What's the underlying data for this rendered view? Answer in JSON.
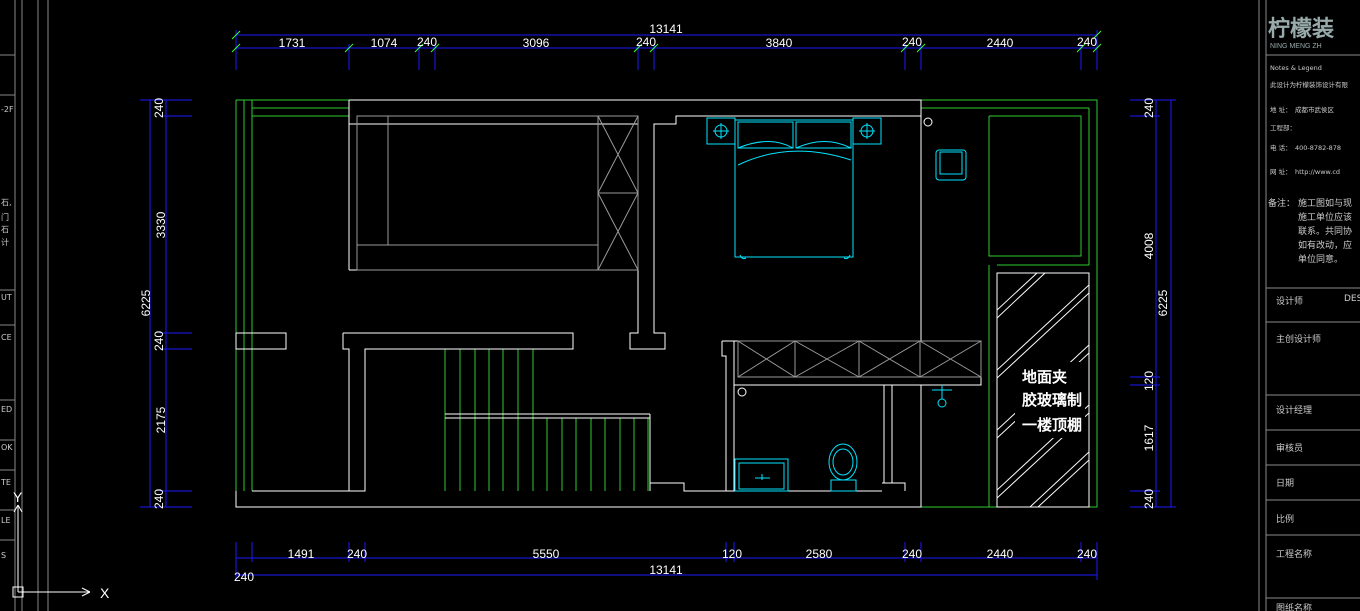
{
  "top_dims": {
    "total": "13141",
    "segments": [
      "1731",
      "1074",
      "240",
      "3096",
      "240",
      "3840",
      "240",
      "2440",
      "240"
    ]
  },
  "bottom_dims": {
    "total": "13141",
    "segments": [
      "1491",
      "240",
      "5550",
      "120",
      "2580",
      "240",
      "2440",
      "240"
    ],
    "start": "240"
  },
  "left_dims": {
    "total": "6225",
    "segments": [
      "240",
      "3330",
      "240",
      "2175",
      "240"
    ]
  },
  "right_dims": {
    "total": "6225",
    "segments": [
      "240",
      "4008",
      "120",
      "1617",
      "240"
    ]
  },
  "annotation": {
    "line1": "地面夹",
    "line2": "胶玻璃制",
    "line3": "一楼顶棚"
  },
  "left_panel": {
    "fragments": [
      "-2F",
      "石,",
      "门",
      "石",
      "计",
      "UT",
      "CE",
      "ED",
      "OK",
      "TE",
      "LE",
      "S"
    ]
  },
  "ucs": {
    "y": "Y",
    "x": "X"
  },
  "title_block": {
    "logo": "柠檬装",
    "logo_sub": "NING MENG ZH",
    "notes_legend": "Notes & Legend",
    "legend_line": "此设计为柠檬装饰设计有限",
    "address_label": "地  址：",
    "address_value": "成都市武侯区",
    "project_label": "工程部：",
    "phone_label": "电  话：",
    "phone_value": "400-8782-878",
    "web_label": "网  址：",
    "web_value": "http://www.cd",
    "remark_label": "备注：",
    "remark_lines": [
      "施工图如与现",
      "施工单位应该",
      "联系。共同协",
      "如有改动，应",
      "单位同意。"
    ],
    "designer": "设计师",
    "designer_side": "DES",
    "chief_designer": "主创设计师",
    "design_manager": "设计经理",
    "reviewer": "审核员",
    "date": "日期",
    "scale": "比例",
    "project_name": "工程名称",
    "drawing_name": "图纸名称"
  }
}
